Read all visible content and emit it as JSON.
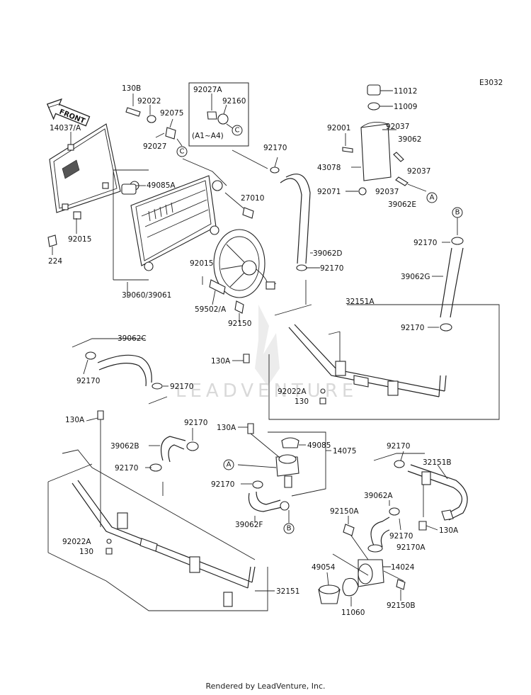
{
  "diagram_code": "E3032",
  "front_label": "FRONT",
  "watermark": "LEADVENTURE",
  "footer": "Rendered by LeadVenture, Inc.",
  "variant_note": "(A1~A4)",
  "callouts": {
    "A": "A",
    "B": "B",
    "C": "C"
  },
  "parts": {
    "p130B": "130B",
    "p92022": "92022",
    "p92027": "92027",
    "p92027A": "92027A",
    "p92160": "92160",
    "p92075": "92075",
    "p14037A": "14037/A",
    "p49085A": "49085A",
    "p27010": "27010",
    "p92015a": "92015",
    "p224": "224",
    "p3906039061": "39060/39061",
    "p92015b": "92015",
    "p59502A": "59502/A",
    "p92150": "92150",
    "p92170a": "92170",
    "p39062D": "39062D",
    "p92170b": "92170",
    "p11012": "11012",
    "p11009": "11009",
    "p92001": "92001",
    "p92037a": "92037",
    "p39062": "39062",
    "p43078": "43078",
    "p92037b": "92037",
    "p92071": "92071",
    "p92037c": "92037",
    "p39062E": "39062E",
    "p92170c": "92170",
    "p39062G": "39062G",
    "p32151A": "32151A",
    "p92170d": "92170",
    "p39062C": "39062C",
    "p92170e": "92170",
    "p92170f": "92170",
    "p130Aa": "130A",
    "p92022Aa": "92022A",
    "p130a": "130",
    "p130Ab": "130A",
    "p92170g": "92170",
    "p39062B": "39062B",
    "p130Ac": "130A",
    "p49085": "49085",
    "p14075": "14075",
    "p92170h": "92170",
    "p92170i": "92170",
    "p39062F": "39062F",
    "p92170j": "92170",
    "p32151B": "32151B",
    "p39062A": "39062A",
    "p92150A": "92150A",
    "p92170k": "92170",
    "p130Ad": "130A",
    "p92170A": "92170A",
    "p92022Ab": "92022A",
    "p130b": "130",
    "p49054": "49054",
    "p14024": "14024",
    "p11060": "11060",
    "p92150B": "92150B",
    "p32151": "32151"
  }
}
